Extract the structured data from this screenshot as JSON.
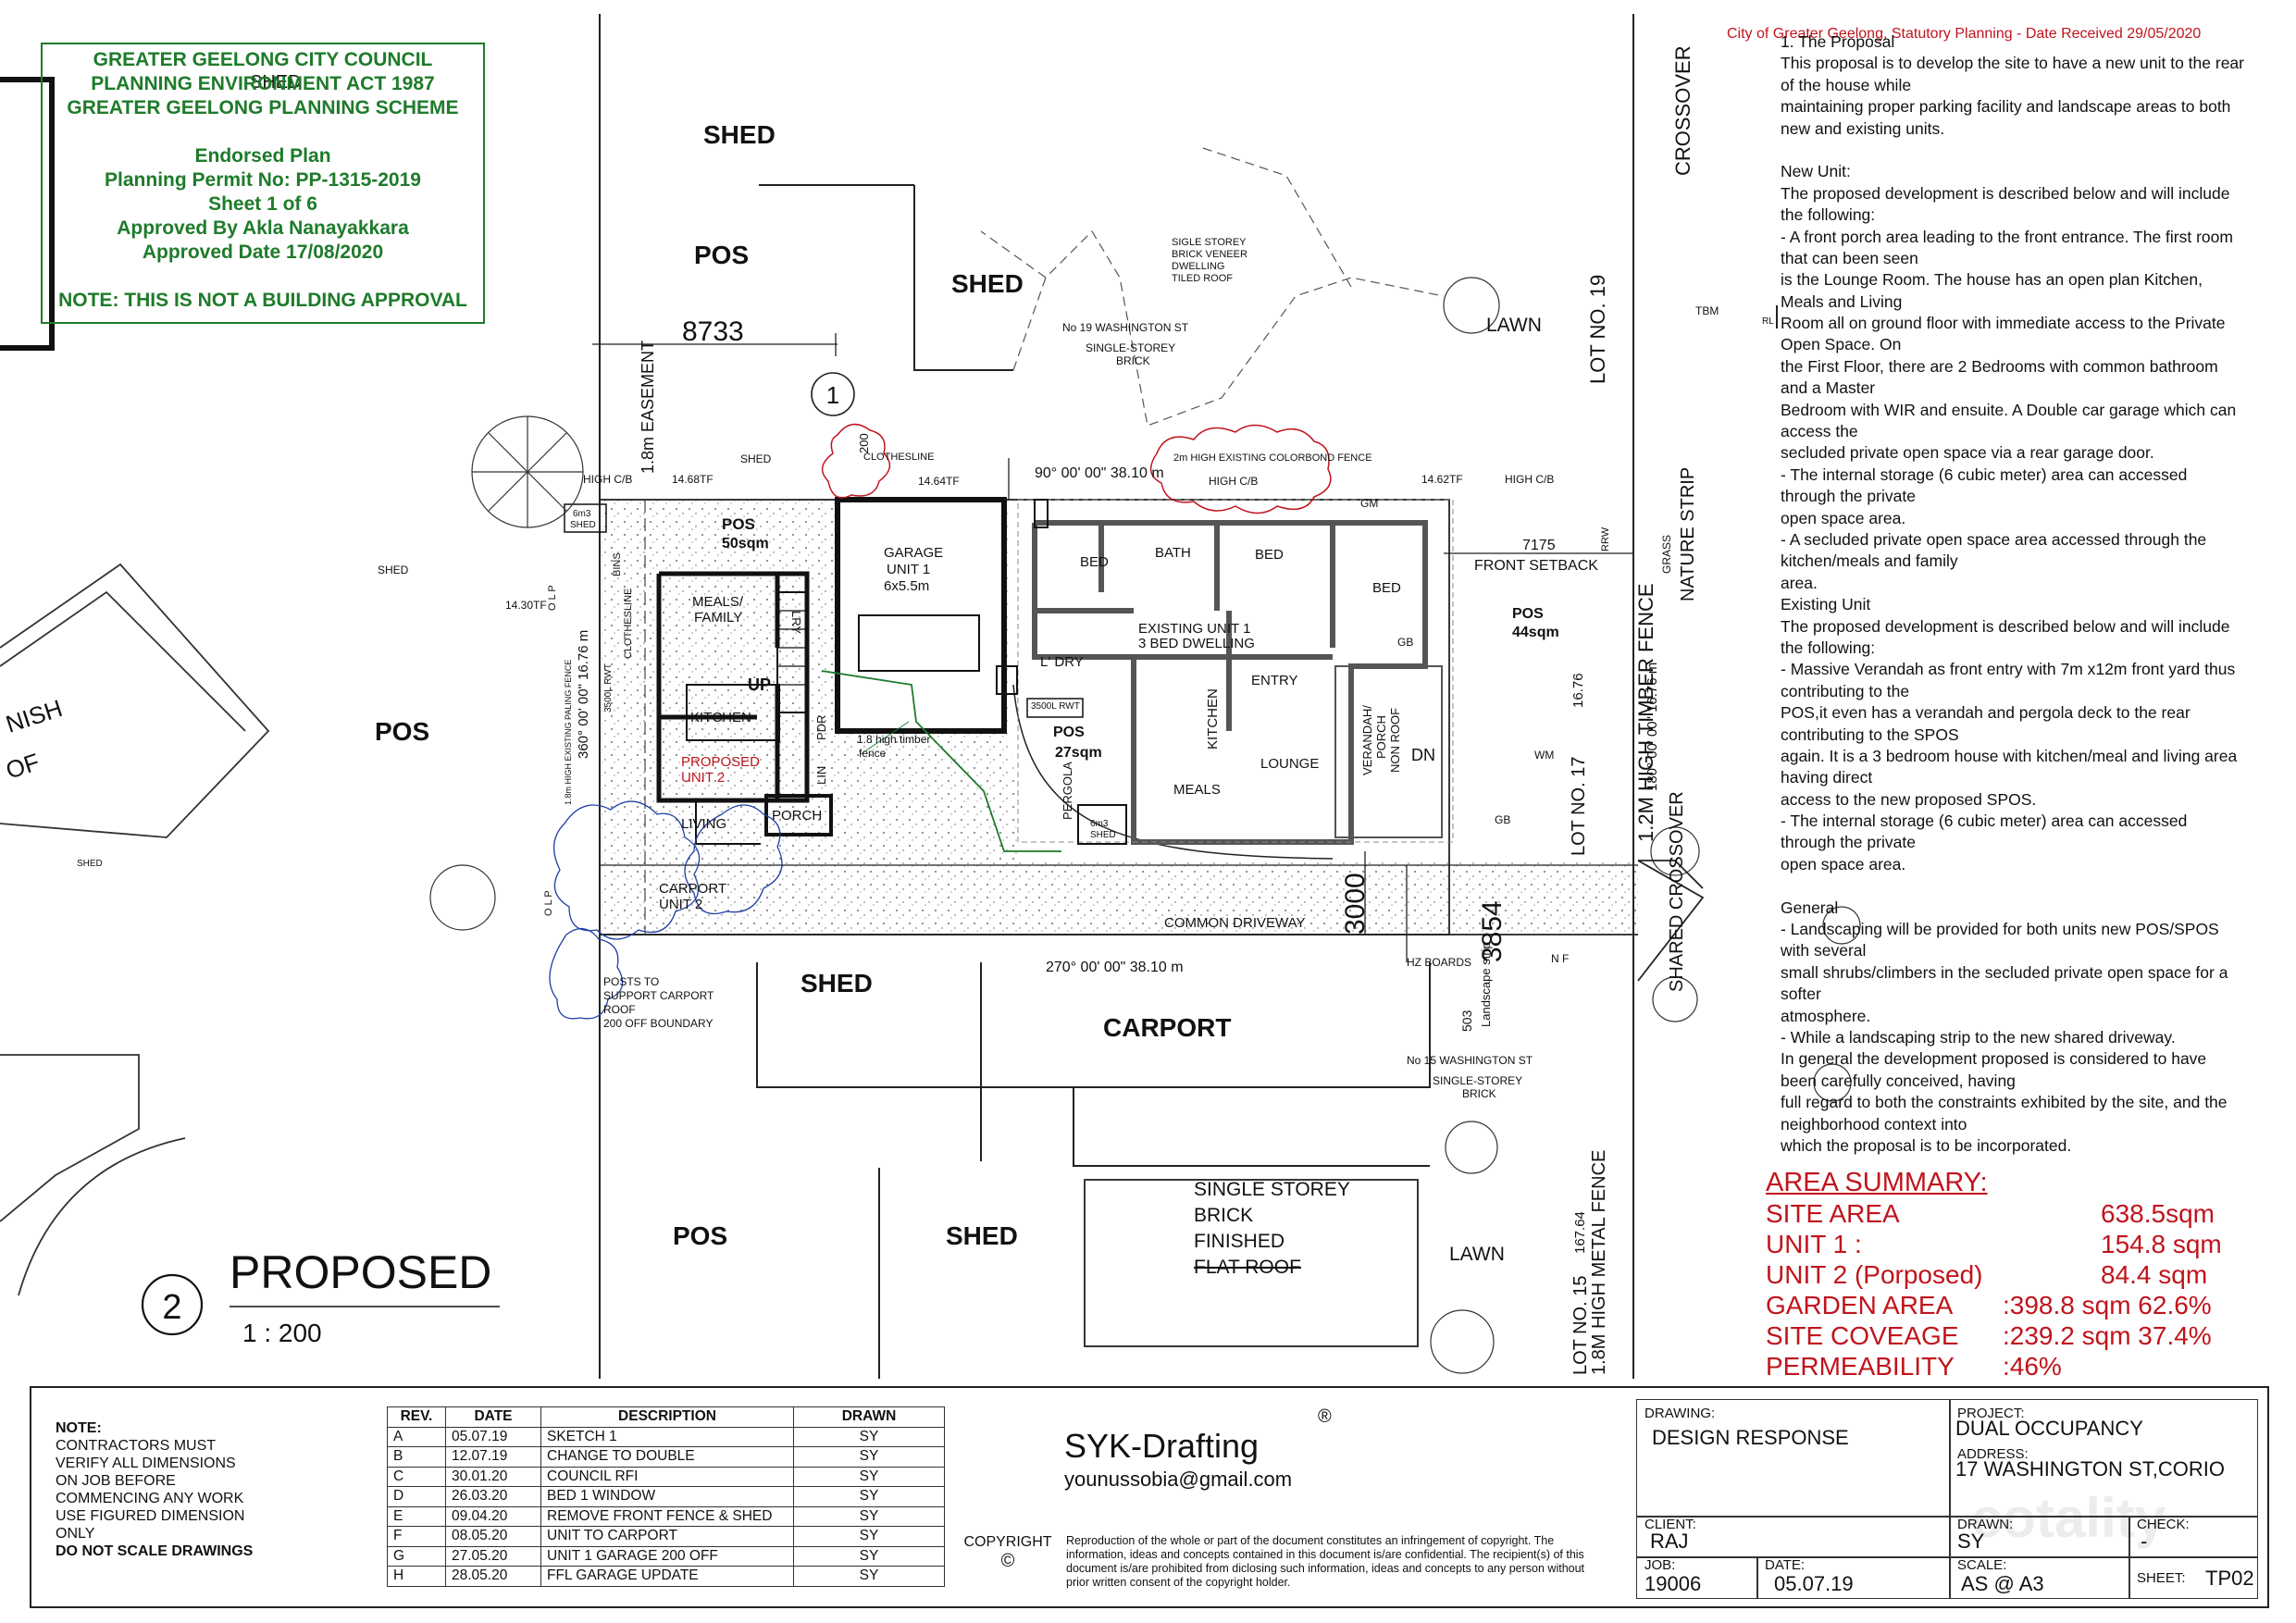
{
  "stamp": {
    "lines": [
      "GREATER GEELONG CITY COUNCIL",
      "PLANNING  ENVIRONMENT ACT 1987",
      "GREATER GEELONG PLANNING SCHEME",
      "",
      "Endorsed Plan",
      "Planning Permit No: PP-1315-2019",
      "Sheet 1 of 6",
      "Approved By Akla Nanayakkara",
      "Approved Date 17/08/2020",
      "",
      "NOTE: THIS IS NOT A BUILDING APPROVAL"
    ]
  },
  "received_header": "City of Greater Geelong, Statutory Planning - Date Received 29/05/2020",
  "plan": {
    "title": "PROPOSED",
    "number": "2",
    "scale": "1 : 200",
    "north_marker": "1",
    "dims": {
      "width_top": "8733",
      "front_setback_value": "7175",
      "front_setback_label": "FRONT SETBACK",
      "driveway_a": "3000",
      "driveway_b": "3854",
      "top_boundary": "90° 00' 00\"   38.10 m",
      "bottom_boundary": "270° 00' 00\"   38.10 m",
      "left_boundary": "360° 00' 00\"   16.76 m",
      "right_boundary": "180° 00' 00\"   16.76 m",
      "right_len": "16.76",
      "landscape_len": "503",
      "clothesline_len": "200",
      "far_right_len": "167.64"
    },
    "labels": {
      "shed": "SHED",
      "pos": "POS",
      "lawn": "LAWN",
      "carport": "CARPORT",
      "crossover": "CROSSOVER",
      "shared_crossover": "SHARED CROSSOVER",
      "lot19": "LOT NO. 19",
      "lot17": "LOT NO. 17",
      "high_timber_fence": "1.2M HIGH TIMBER FENCE",
      "nature_strip": "NATURE STRIP",
      "grass": "GRASS",
      "easement": "1.8m EASEMENT",
      "pos_unit2": "POS",
      "pos_unit2_area": "50sqm",
      "pos_unit1": "POS",
      "pos_unit1_area": "27sqm",
      "pos_right": "POS",
      "pos_right_area": "44sqm",
      "garage": "GARAGE",
      "garage_unit": "UNIT 1",
      "garage_size": "6x5.5m",
      "existing_unit": "EXISTING UNIT 1",
      "existing_desc": "3 BED DWELLING",
      "proposed_unit": "PROPOSED",
      "proposed_unit_b": "UNIT 2",
      "carport_unit2": "CARPORT",
      "carport_unit2_b": "UNIT 2",
      "common_driveway": "COMMON DRIVEWAY",
      "meals_family": "MEALS/",
      "meals_family_b": "FAMILY",
      "kitchen": "KITCHEN",
      "living": "LIVING",
      "porch": "PORCH",
      "up": "UP",
      "ldry_small": "LRY",
      "pdr": "PDR",
      "lin": "LIN",
      "bed": "BED",
      "bath": "BATH",
      "ldry": "L' DRY",
      "entry": "ENTRY",
      "lounge": "LOUNGE",
      "meals": "MEALS",
      "kitchen_v": "KITCHEN",
      "verandah": "VERANDAH/",
      "verandah_b": "PORCH",
      "verandah_c": "NON ROOF",
      "pergola": "PERGOLA",
      "dn": "DN",
      "gb": "GB",
      "gm": "GM",
      "wm": "WM",
      "rwt_shed": "3500L RWT",
      "rwt_left": "3500L RWT",
      "shed_6m3": "6m3",
      "shed_6m3_b": "SHED",
      "clothesline": "CLOTHESLINE",
      "clothesline_v": "CLOTHESLINE",
      "bins": "BINS",
      "high_cb": "HIGH C/B",
      "rl_1": "14.68TF",
      "rl_2": "14.64TF",
      "rl_3": "14.62TF",
      "rl_4": "14.30TF",
      "colorbond": "2m HIGH EXISTING COLORBOND FENCE",
      "paling": "1.8m HIGH EXISTING PALING FENCE",
      "timber_fence_small": "1.8 high timber",
      "timber_fence_small_b": "fence",
      "no19": "No 19 WASHINGTON ST",
      "no19_type": "SINGLE-STOREY",
      "no19_type_b": "BRICK",
      "no19_note": "SIGLE STOREY",
      "no19_note_b": "BRICK VENEER",
      "no19_note_c": "DWELLING",
      "no19_note_d": "TILED ROOF",
      "no15": "No 15 WASHINGTON ST",
      "no15_type": "SINGLE-STOREY",
      "no15_type_b": "BRICK",
      "posts": "POSTS TO",
      "posts_b": "SUPPORT CARPORT",
      "posts_c": "ROOF",
      "posts_d": "200 OFF BOUNDARY",
      "single_storey": "SINGLE STOREY",
      "brick": "BRICK",
      "finished": "FINISHED",
      "flat_roof": "FLAT ROOF",
      "hz_boards": "HZ BOARDS",
      "landscape_strip": "Landscape strip",
      "nf": "N F",
      "tbm": "TBM",
      "rl": "RL",
      "rrw": "RRW",
      "olp": "O L P",
      "finish_roof": "NISH",
      "finish_roof_b": "OF",
      "lot15": "LOT NO. 15",
      "metal_fence": "1.8M HIGH METAL FENCE"
    }
  },
  "proposal_lines": [
    "1. The Proposal",
    "This proposal is to develop the site to have a new unit to the rear",
    "of the house while",
    "maintaining proper parking facility and landscape areas to both",
    "new and existing units.",
    "",
    "New Unit:",
    "The proposed development is described below and will include",
    "the following:",
    "- A front porch area leading to the front entrance. The first room",
    "that can been seen",
    "is the Lounge Room. The house has an open plan Kitchen,",
    "Meals and Living",
    "Room all on ground floor with immediate access to the Private",
    "Open Space. On",
    "the First Floor, there are 2 Bedrooms with common bathroom",
    "and a Master",
    "Bedroom with WIR and ensuite. A Double car garage which can",
    "access the",
    "secluded private open space via a rear garage door.",
    "- The internal storage (6 cubic meter) area can accessed",
    "through the private",
    "open space area.",
    "- A secluded private open space area accessed through the",
    "kitchen/meals and family",
    "area.",
    "Existing Unit",
    "The proposed development is described below and will include",
    "the following:",
    "- Massive Verandah as front entry with 7m x12m front yard thus",
    "contributing to the",
    "POS,it even has a verandah and pergola deck to the rear",
    "contributing to the SPOS",
    "again. It is a 3 bedroom house with kitchen/meal and living area",
    "having direct",
    "access to the new proposed SPOS.",
    "- The internal storage (6 cubic meter) area can accessed",
    "through the private",
    "open space area.",
    "",
    "General",
    "- Landscaping will be provided for both units new POS/SPOS",
    "with several",
    "small shrubs/climbers in the secluded private open space for a",
    "softer",
    "atmosphere.",
    "- While a landscaping strip to the new shared driveway.",
    "In general the development proposed is considered to have",
    "been carefully conceived, having",
    "full regard to both the constraints exhibited by the site, and the",
    "neighborhood context into",
    "which the proposal is to be incorporated."
  ],
  "area_summary": {
    "title": "AREA SUMMARY:",
    "rows": [
      {
        "label": "SITE AREA",
        "value": "638.5sqm"
      },
      {
        "label": "UNIT 1 :",
        "value": "154.8 sqm"
      },
      {
        "label": "UNIT 2 (Porposed)",
        "value": "84.4 sqm"
      },
      {
        "label": "GARDEN AREA",
        "value": ":398.8 sqm 62.6%"
      },
      {
        "label": "SITE COVEAGE",
        "value": ":239.2 sqm 37.4%"
      },
      {
        "label": "PERMEABILITY",
        "value": ":46%"
      }
    ]
  },
  "title_block": {
    "note_title": "NOTE:",
    "note_lines": [
      "CONTRACTORS MUST",
      "VERIFY ALL DIMENSIONS",
      "ON JOB BEFORE",
      "COMMENCING ANY WORK",
      "USE FIGURED DIMENSION",
      "ONLY"
    ],
    "note_bold": "DO NOT SCALE DRAWINGS",
    "rev_headers": [
      "REV.",
      "DATE",
      "DESCRIPTION",
      "DRAWN"
    ],
    "revisions": [
      [
        "A",
        "05.07.19",
        "SKETCH 1",
        "SY"
      ],
      [
        "B",
        "12.07.19",
        "CHANGE TO DOUBLE",
        "SY"
      ],
      [
        "C",
        "30.01.20",
        "COUNCIL RFI",
        "SY"
      ],
      [
        "D",
        "26.03.20",
        "BED 1 WINDOW",
        "SY"
      ],
      [
        "E",
        "09.04.20",
        "REMOVE FRONT FENCE & SHED",
        "SY"
      ],
      [
        "F",
        "08.05.20",
        "UNIT TO CARPORT",
        "SY"
      ],
      [
        "G",
        "27.05.20",
        "UNIT 1 GARAGE 200 OFF",
        "SY"
      ],
      [
        "H",
        "28.05.20",
        "FFL GARAGE UPDATE",
        "SY"
      ]
    ],
    "brand": "SYK-Drafting",
    "registered": "®",
    "email": "younussobia@gmail.com",
    "copyright": "COPYRIGHT",
    "copyright_symbol": "©",
    "disclaimer": "Reproduction of the whole or part of the document constitutes an infringement of copyright. The information, ideas and concepts contained in this document is/are confidential. The recipient(s) of this document is/are prohibited from diclosing such information, ideas and concepts to any person without prior written consent of the copyright holder.",
    "drawing_label": "DRAWING:",
    "drawing": "DESIGN RESPONSE",
    "project_label": "PROJECT:",
    "project": "DUAL OCCUPANCY",
    "address_label": "ADDRESS:",
    "address": "17 WASHINGTON ST,CORIO",
    "client_label": "CLIENT:",
    "client": "RAJ",
    "drawn_label": "DRAWN:",
    "drawn": "SY",
    "check_label": "CHECK:",
    "check": "-",
    "job_label": "JOB:",
    "job": "19006",
    "date_label": "DATE:",
    "date": "05.07.19",
    "scale_label": "SCALE:",
    "scale": "AS @ A3",
    "sheet_label": "SHEET:",
    "sheet": "TP02",
    "watermark": "cotality"
  }
}
